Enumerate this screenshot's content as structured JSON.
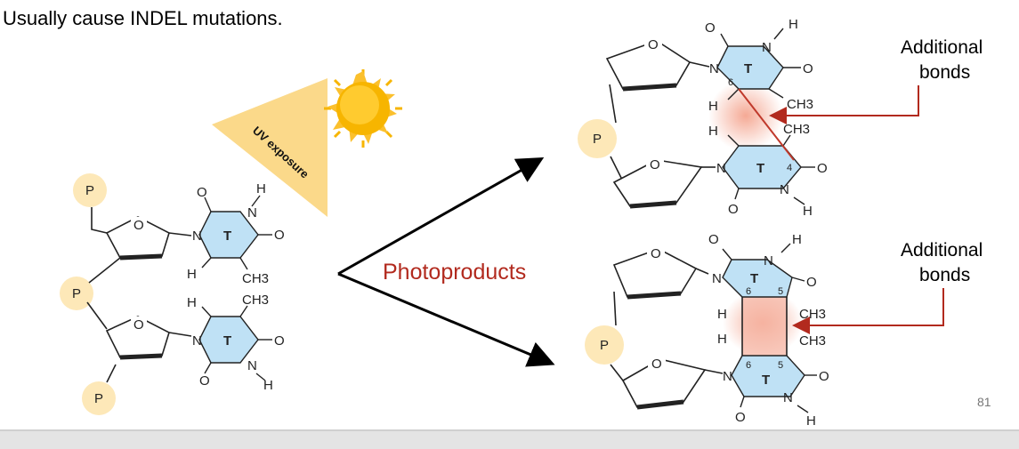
{
  "heading": "Usually cause INDEL mutations.",
  "uv_label": "UV exposure",
  "photoproducts_label": "Photoproducts",
  "callouts": [
    {
      "line1": "Additional",
      "line2": "bonds"
    },
    {
      "line1": "Additional",
      "line2": "bonds"
    }
  ],
  "page_number": "81",
  "atoms": {
    "P": "P",
    "O": "O",
    "N": "N",
    "H": "H",
    "T": "T",
    "CH3": "CH3",
    "pos4": "4",
    "pos5": "5",
    "pos6": "6"
  },
  "colors": {
    "phosphate": "#fde8b8",
    "base_ring": "#bfe1f5",
    "highlight": "#f6b6a4",
    "bond_red": "#c0392b",
    "uv_triangle": "#fbd98a",
    "sun": "#f7b500",
    "arrow": "#000000"
  }
}
